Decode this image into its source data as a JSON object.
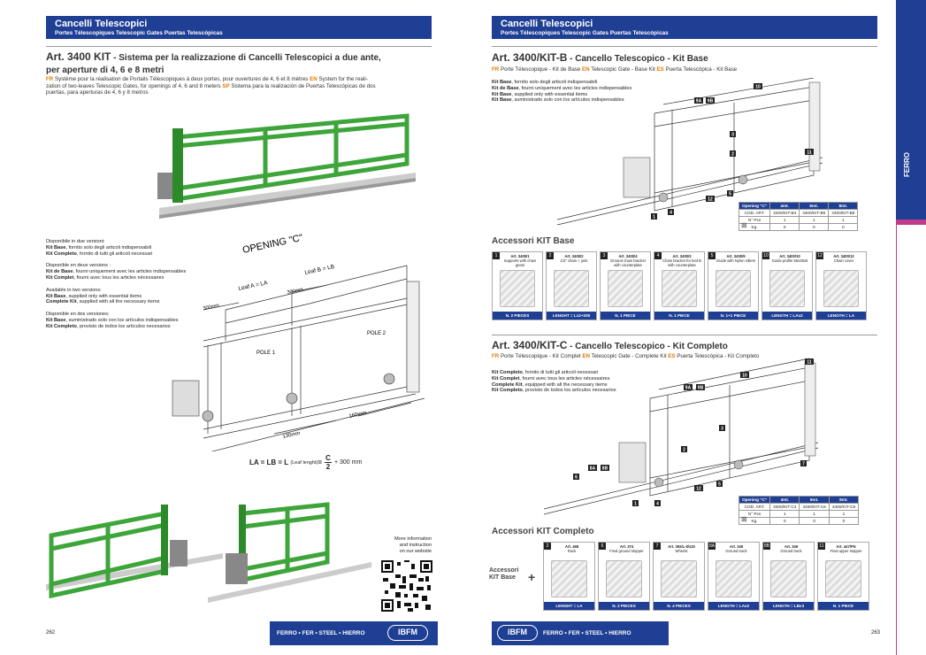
{
  "left": {
    "header": {
      "title": "Cancelli Telescopici",
      "subtitle": "Portes Télescopiques  Telescopic Gates  Puertas Telescópicas"
    },
    "art_title": "Art. 3400 KIT",
    "art_sub": " - Sistema per la realizzazione di Cancelli Telescopici a due ante,",
    "art_sub2": "per aperture di 4, 6 e 8 metri",
    "lang_fr_tag": "FR",
    "lang_fr": " Système pour la réalisation de Portails Télescopiques à deux portes, pour ouvertures de 4, 6 et 8 mètres ",
    "lang_en_tag": "EN",
    "lang_en": " System for the reali-",
    "lang_en2": "zation of two-leaves Telescopic Gates, for openings of 4, 6 and 8 meters ",
    "lang_sp_tag": "SP",
    "lang_sp": " Sistema para la realización de Puertas Telescópicas de dos",
    "lang_sp2": "puertas, para aperturas de 4, 6 y 8 metros",
    "versions": [
      {
        "head": "Disponibile in due versioni:",
        "l1b": "Kit Base",
        "l1": ", fornito solo degli articoli indispensabili",
        "l2b": "Kit Completo",
        "l2": ", fornito di tutti gli articoli necessari"
      },
      {
        "head": "Disponible en deux versions :",
        "l1b": "Kit de Base",
        "l1": ", fourni uniquement avec les articles indispensables",
        "l2b": "Kit Complet",
        "l2": ", fourni avec tous les articles nécessaires"
      },
      {
        "head": "Available in two versions:",
        "l1b": "Kit Base",
        "l1": ", supplied only with essential items",
        "l2b": "Complete Kit",
        "l2": ", supplied with all the necessary items"
      },
      {
        "head": "Disponible en dos versiones:",
        "l1b": "Kit Base",
        "l1": ", suministrado solo con los artículos indispensables",
        "l2b": "Kit Completo",
        "l2": ", provisto de todos los artículos necesarios"
      }
    ],
    "diagram": {
      "opening": "OPENING \"C\"",
      "leaf_a": "Leaf A = LA",
      "leaf_b": "Leaf B = LB",
      "d300a": "300mm",
      "d300b": "300mm",
      "pole1": "POLE 1",
      "pole2": "POLE 2",
      "d160": "160mm",
      "d130": "130mm"
    },
    "formula": {
      "lhs": "LA = LB = L",
      "paren": "(Leaf lenght)",
      "eq": " = ",
      "num": "C",
      "den": "2",
      "rest": "+ 300 mm"
    },
    "more": {
      "l1": "More information",
      "l2": "and instruction",
      "l3": "on our website"
    },
    "page": "262",
    "footer": "FERRO • FER • STEEL • HIERRO",
    "logo": "IBFM"
  },
  "right": {
    "header": {
      "title": "Cancelli Telescopici",
      "subtitle": "Portes Télescopiques  Telescopic Gates  Puertas Telescópicas"
    },
    "side_tab": "FERRO",
    "kitb": {
      "title": "Art. 3400/KIT-B",
      "title_sub": " - Cancello Telescopico - Kit Base",
      "lang_fr_tag": "FR",
      "lang_fr": " Porte Télescopique - Kit de Base ",
      "lang_en_tag": "EN",
      "lang_en": " Telescopic Gate - Base Kit ",
      "lang_sp_tag": "ES",
      "lang_sp": " Puerta Telescópica - Kit Base",
      "desc": [
        {
          "b": "Kit Base",
          "t": ", fornito solo degli articoli indispensabili"
        },
        {
          "b": "Kit de Base",
          "t": ", fourni uniquement avec les articles indispensables"
        },
        {
          "b": "Kit Base",
          "t": ", supplied only with essential items"
        },
        {
          "b": "Kit Base",
          "t": ", suministrado solo con los artículos indispensables"
        }
      ],
      "labels": [
        "10",
        "9A",
        "9B",
        "3",
        "2",
        "11",
        "5",
        "12",
        "4",
        "1"
      ],
      "table": {
        "head": [
          "Opening \"C\"",
          "4mt.",
          "6mt.",
          "8mt."
        ],
        "rows": [
          [
            "COD. ART.",
            "3400/KIT-B4",
            "3400/KIT-B6",
            "3400/KIT-B8"
          ],
          [
            "N° Pcs",
            "1",
            "1",
            "1"
          ],
          [
            "Kg.",
            "0",
            "0",
            "0"
          ]
        ]
      },
      "acc_title": "Accessori KIT Base",
      "cards": [
        {
          "n": "1",
          "name": "Art. 3400/1",
          "desc": "Supports with chain gears",
          "foot": "N. 2 PIECES"
        },
        {
          "n": "2",
          "name": "Art. 3400/2",
          "desc": "1/2\" chain + joint",
          "foot": "LENGHT = Lx2+200"
        },
        {
          "n": "3",
          "name": "Art. 3400/4",
          "desc": "Ground chain bracket with counterplate",
          "foot": "N. 1 PIECE"
        },
        {
          "n": "4",
          "name": "Art. 3400/3",
          "desc": "Chain bracket for leaf B with counterplate",
          "foot": "N. 1 PIECE"
        },
        {
          "n": "5",
          "name": "Art. 3400/9",
          "desc": "Guide with Nylon rollers",
          "foot": "N. 1+1 PIECE"
        },
        {
          "n": "10",
          "name": "Art. 3400/10",
          "desc": "Guide profile 55x35x5",
          "foot": "LENGTH = LAx2"
        },
        {
          "n": "12",
          "name": "Art. 3400/12",
          "desc": "Chain cover",
          "foot": "LENGTH = LA"
        }
      ]
    },
    "kitc": {
      "title": "Art. 3400/KIT-C",
      "title_sub": " - Cancello Telescopico - Kit Completo",
      "lang_fr_tag": "FR",
      "lang_fr": " Porte Télescopique - Kit Complet ",
      "lang_en_tag": "EN",
      "lang_en": " Telescopic Gate - Complete Kit ",
      "lang_sp_tag": "ES",
      "lang_sp": " Puerta Telescópica - Kit Completo",
      "desc": [
        {
          "b": "Kit Completo",
          "t": ", fornito di tutti gli articoli necessari"
        },
        {
          "b": "Kit Complet",
          "t": ", fourni avec tous les articles nécessaires"
        },
        {
          "b": "Complete Kit",
          "t": ", equipped with all the necessary items"
        },
        {
          "b": "Kit Completo",
          "t": ", provisto de todos los artículos necesarios"
        }
      ],
      "labels": [
        "11",
        "10",
        "9A",
        "9B",
        "3",
        "2",
        "6",
        "8A",
        "8B",
        "12",
        "5",
        "7",
        "4",
        "1"
      ],
      "table": {
        "head": [
          "Opening \"C\"",
          "4mt.",
          "6mt.",
          "8mt."
        ],
        "rows": [
          [
            "COD. ART.",
            "3400/KIT-C4",
            "3400/KIT-C6",
            "3400/KIT-C8"
          ],
          [
            "N° Pcs",
            "1",
            "1",
            "1"
          ],
          [
            "Kg.",
            "0",
            "0",
            "0"
          ]
        ]
      },
      "acc_title": "Accessori KIT Completo",
      "plus_l1": "Accessori",
      "plus_l2": "KIT Base",
      "plus": "+",
      "cards": [
        {
          "n": "2",
          "name": "Art. 468",
          "desc": "Rack",
          "foot": "LENGHT = LA"
        },
        {
          "n": "6",
          "name": "Art. 374",
          "desc": "Final ground stopper",
          "foot": "N. 2 PIECES"
        },
        {
          "n": "7",
          "name": "Art. 392/L-Ø120",
          "desc": "Wheels",
          "foot": "N. 4 PIECES"
        },
        {
          "n": "8A",
          "name": "Art. 349",
          "desc": "Ground track",
          "foot": "LENGTH = LAx2"
        },
        {
          "n": "8B",
          "name": "Art. 349",
          "desc": "Ground track",
          "foot": "LENGTH = LBx3"
        },
        {
          "n": "11",
          "name": "Art. 447/FN",
          "desc": "Final upper stopper",
          "foot": "N. 1 PIECE"
        }
      ]
    },
    "page": "263",
    "footer": "FERRO • FER • STEEL • HIERRO",
    "logo": "IBFM"
  }
}
